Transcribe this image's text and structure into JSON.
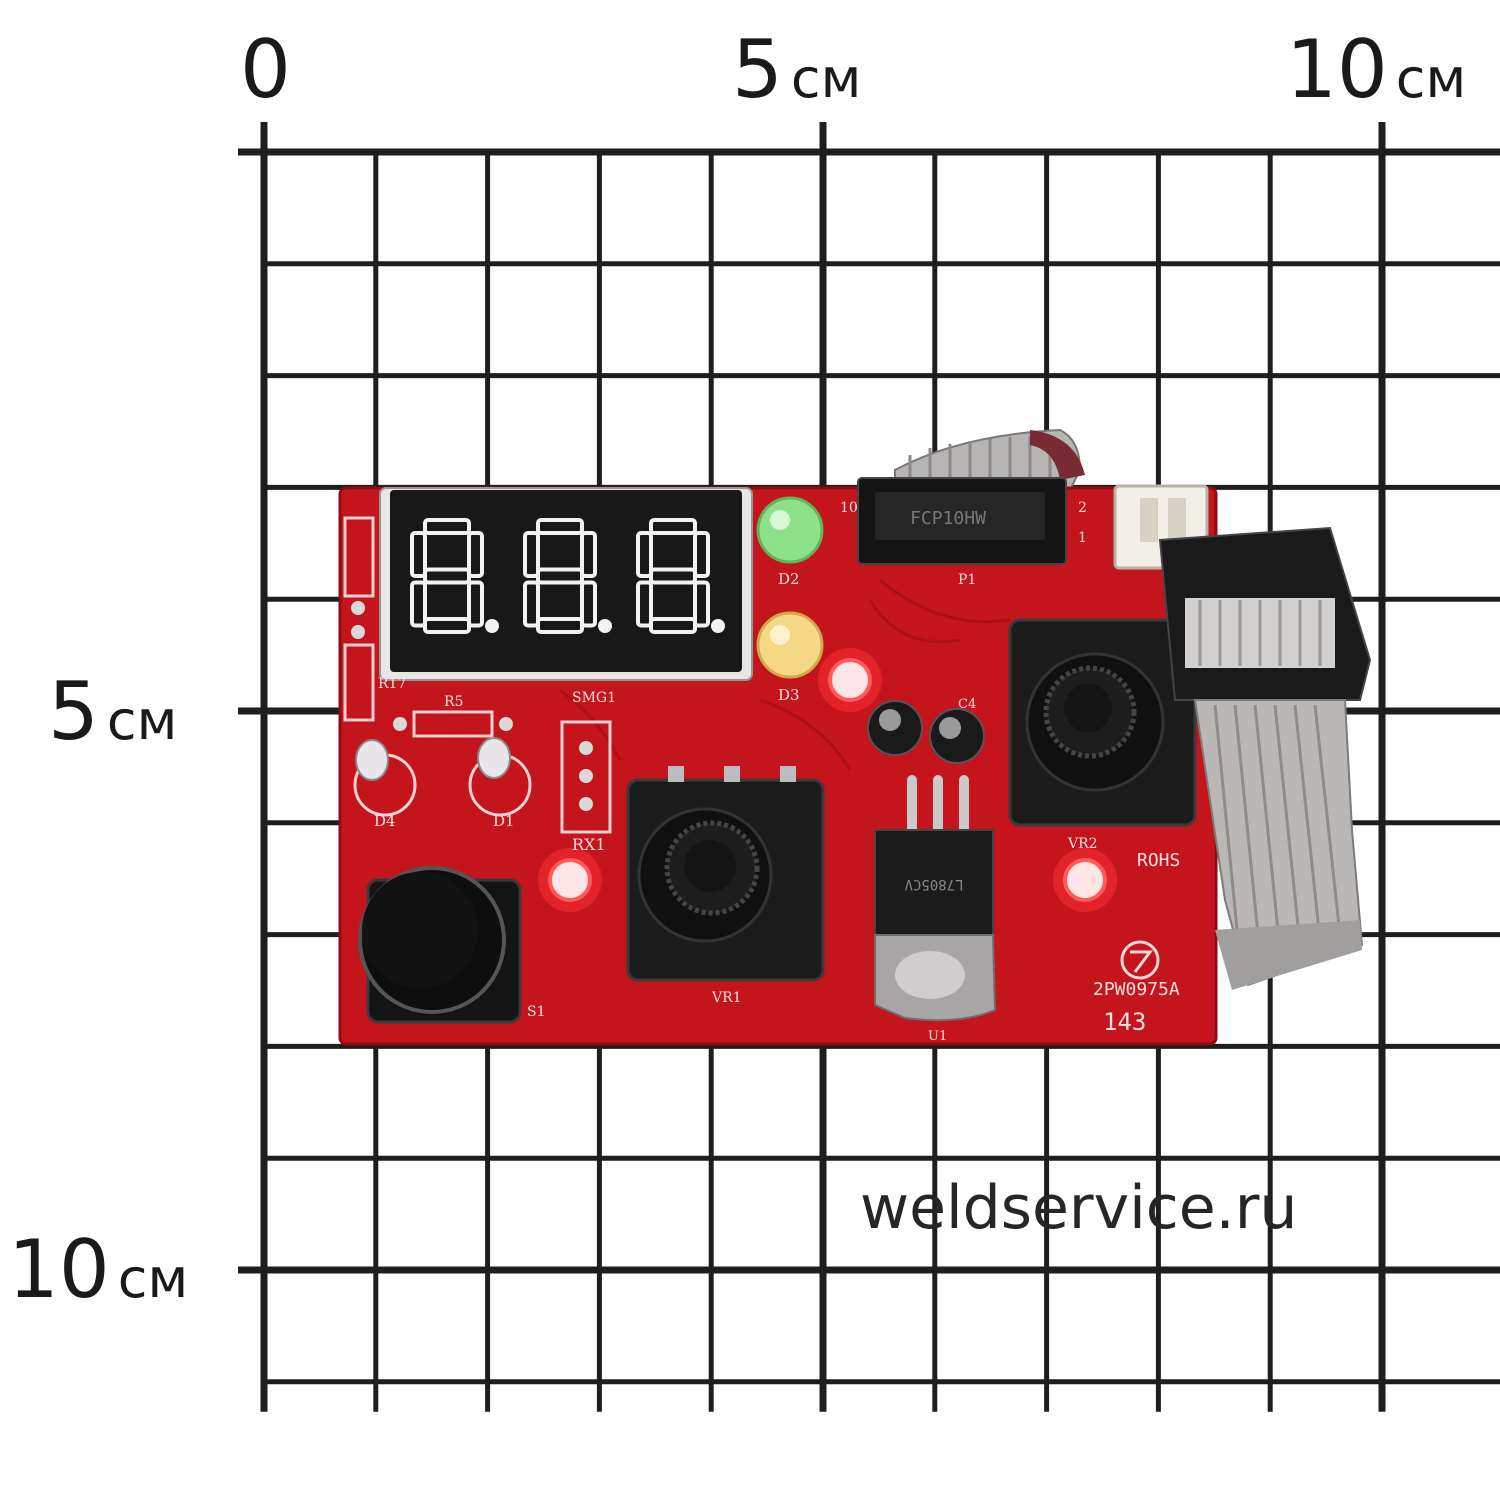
{
  "scale": {
    "top": [
      {
        "num": "0",
        "unit": ""
      },
      {
        "num": "5",
        "unit": "см"
      },
      {
        "num": "10",
        "unit": "см"
      }
    ],
    "left": [
      {
        "num": "5",
        "unit": "см"
      },
      {
        "num": "10",
        "unit": "см"
      }
    ]
  },
  "brand": {
    "text": "weldservice.ru"
  },
  "board": {
    "labels": [
      "D2",
      "D3",
      "D1",
      "D4",
      "R5",
      "R17",
      "SMG1",
      "RX1",
      "S1",
      "VR1",
      "VR2",
      "U1",
      "P1",
      "C4",
      "ROHS",
      "2PW0975A",
      "143",
      "10",
      "2",
      "1"
    ],
    "display_digits": [
      "8.",
      "8.",
      "8."
    ],
    "colors": {
      "pcb": "#c4141c",
      "led_green": "#8de08a",
      "led_yellow": "#f5d886",
      "knob": "#1b1b1b",
      "cable": "#b9b6b6"
    }
  }
}
